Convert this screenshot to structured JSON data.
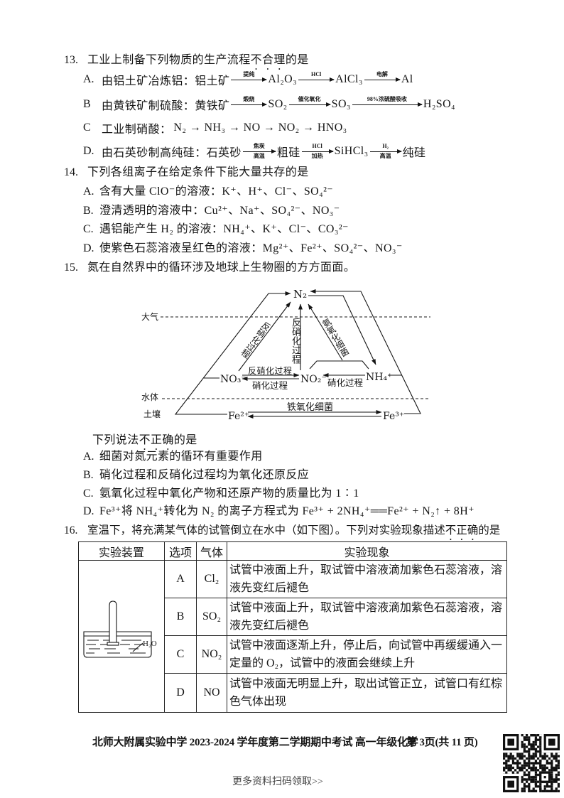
{
  "q13": {
    "number": "13.",
    "stem": {
      "pre": "工业上制备下列物质的生产流程",
      "emph": "不合理",
      "post": "的是"
    },
    "options": [
      {
        "letter": "A.",
        "text": "由铝土矿冶炼铝：铝土矿",
        "steps": [
          {
            "above": "提纯",
            "below": "",
            "product": "Al₂O₃"
          },
          {
            "above": "HCl",
            "below": "",
            "product": "AlCl₃"
          },
          {
            "above": "电解",
            "below": "",
            "product": "Al"
          }
        ]
      },
      {
        "letter": "B",
        "text": "由黄铁矿制硫酸：黄铁矿",
        "steps": [
          {
            "above": "煅烧",
            "below": "",
            "product": "SO₂"
          },
          {
            "above": "催化氧化",
            "below": "",
            "product": "SO₃"
          },
          {
            "above": "98%浓硫酸吸收",
            "below": "",
            "product": "H₂SO₄"
          }
        ]
      },
      {
        "letter": "C",
        "text": "工业制硝酸：",
        "flow": "N₂ → NH₃ → NO → NO₂ → HNO₃"
      },
      {
        "letter": "D.",
        "text": "由石英砂制高纯硅：石英砂",
        "steps": [
          {
            "above": "焦炭",
            "below": "高温",
            "product": "粗硅"
          },
          {
            "above": "HCl",
            "below": "加热",
            "product": "SiHCl₃"
          },
          {
            "above": "H₂",
            "below": "高温",
            "product": "纯硅"
          }
        ]
      }
    ]
  },
  "q14": {
    "number": "14.",
    "stem": "下列各组离子在给定条件下能大量共存的是",
    "options": [
      {
        "letter": "A.",
        "text": "含有大量 ClO⁻的溶液：K⁺、H⁺、Cl⁻、SO₄²⁻"
      },
      {
        "letter": "B.",
        "text": "澄清透明的溶液中：Cu²⁺、Na⁺、SO₄²⁻、NO₃⁻"
      },
      {
        "letter": "C.",
        "text": "遇铝能产生 H₂ 的溶液：NH₄⁺、K⁺、Cl⁻、CO₃²⁻"
      },
      {
        "letter": "D.",
        "text": "使紫色石蕊溶液呈红色的溶液：Mg²⁺、Fe²⁺、SO₄²⁻、NO₃⁻"
      }
    ]
  },
  "q15": {
    "number": "15.",
    "stem": "氮在自然界中的循环涉及地球上生物圈的方方面面。",
    "diagram": {
      "zones": {
        "atmosphere": "大气",
        "water": "水体",
        "soil": "土壤"
      },
      "species": {
        "n2": "N₂",
        "no3": "NO₃⁻",
        "no2": "NO₂⁻",
        "nh4": "NH₄⁺",
        "fe2": "Fe²⁺",
        "fe3": "Fe³⁺"
      },
      "processes": {
        "denitrification_no3_n2": "反硝化过程",
        "denitrification_no2_n2": "反硝化过程",
        "ammonia_oxidizing_bacteria": "氨氧化细菌",
        "denitrification_no3_no2": "反硝化过程",
        "nitrification_no2_no3": "硝化过程",
        "nitrification_nh4_no2": "硝化过程",
        "iron_oxidizing_bacteria": "铁氧化细菌"
      }
    },
    "sub_stem": {
      "pre": "下列说法",
      "emph": "不正确",
      "post": "的是"
    },
    "options": [
      {
        "letter": "A.",
        "text": "细菌对氮元素的循环有重要作用"
      },
      {
        "letter": "B.",
        "text": "硝化过程和反硝化过程均为氧化还原反应"
      },
      {
        "letter": "C.",
        "text": "氨氧化过程中氧化产物和还原产物的质量比为 1∶1"
      },
      {
        "letter": "D.",
        "text": "Fe³⁺将 NH₄⁺转化为 N₂ 的离子方程式为 Fe³⁺ + 2NH₄⁺══Fe²⁺ + N₂↑ + 8H⁺"
      }
    ]
  },
  "q16": {
    "number": "16.",
    "stem": {
      "pre": "室温下，将充满某气体的试管倒立在水中（如下图）。下列对实验现象描述",
      "emph": "不正确",
      "post": "的是"
    },
    "table": {
      "headers": [
        "实验装置",
        "选项",
        "气体",
        "实验现象"
      ],
      "apparatus_label": "H₂O",
      "rows": [
        {
          "option": "A",
          "gas": "Cl₂",
          "phenomenon": [
            "试管中液面上升，取试管中溶液滴加紫色石蕊溶液，溶",
            "液先变红后褪色"
          ]
        },
        {
          "option": "B",
          "gas": "SO₂",
          "phenomenon": [
            "试管中液面上升，取试管中溶液滴加紫色石蕊溶液，溶",
            "液先变红后褪色"
          ]
        },
        {
          "option": "C",
          "gas": "NO₂",
          "phenomenon": [
            "试管中液面逐渐上升，停止后，向试管中再缓缓通入一",
            "定量的 O₂，试管中的液面会继续上升"
          ]
        },
        {
          "option": "D",
          "gas": "NO",
          "phenomenon": [
            "试管中液面无明显上升，取出试管正立，试管口有红棕",
            "色气体出现"
          ]
        }
      ]
    }
  },
  "footer": {
    "exam_info": "北师大附属实验中学 2023-2024 学年度第二学期期中考试 高一年级化学",
    "page_info": "第 3页(共 11 页)",
    "qr_prompt": "更多资料扫码领取>>"
  }
}
